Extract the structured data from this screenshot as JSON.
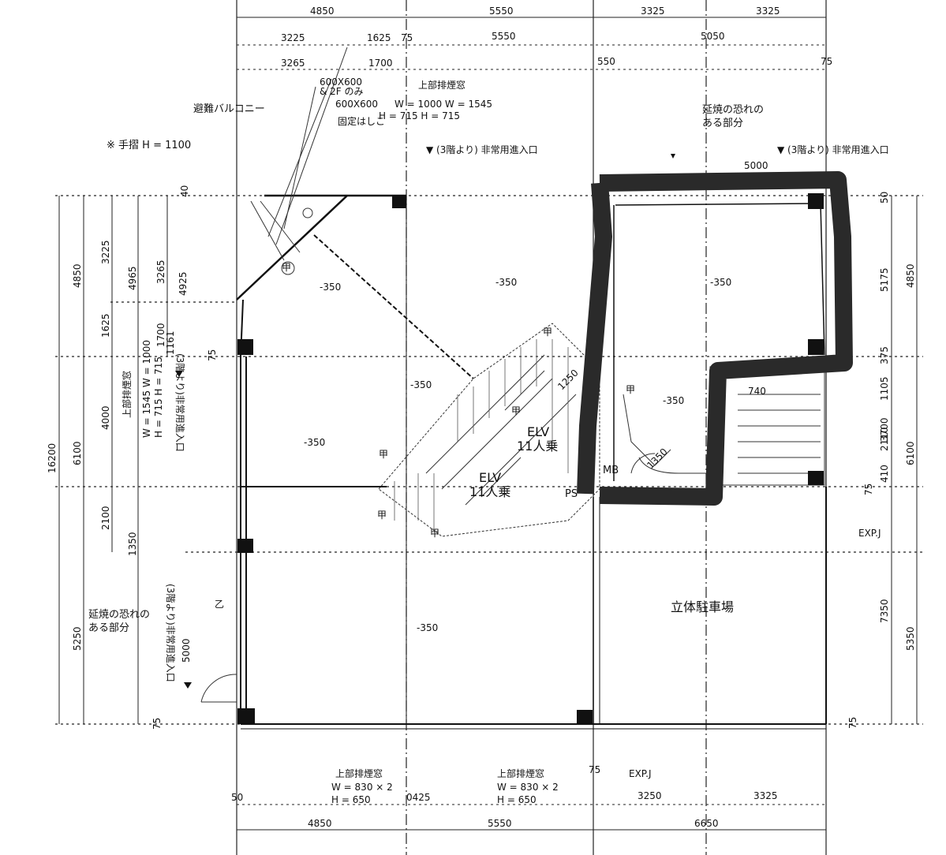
{
  "top_dims_row1": [
    "4850",
    "5550",
    "3325",
    "3325"
  ],
  "top_dims_row2": [
    "3225",
    "1625",
    "75",
    "5550",
    "5050"
  ],
  "top_dims_row3": [
    "3265",
    "1700",
    "550",
    "75"
  ],
  "bottom_dims_row1": [
    "50",
    "0425",
    "75",
    "3250",
    "3325"
  ],
  "bottom_dims_row2": [
    "4850",
    "5550",
    "6650"
  ],
  "left_dims_outer": [
    "16200",
    "4850",
    "6100",
    "5250"
  ],
  "left_dims_mid": [
    "3225",
    "1625",
    "4000",
    "2100"
  ],
  "left_dims_inner": [
    "4965",
    "1350"
  ],
  "left_small": [
    "40",
    "75",
    "75"
  ],
  "right_dims_inner": [
    "50",
    "5175",
    "375",
    "1105",
    "2110",
    "410",
    "75",
    "7350",
    "75"
  ],
  "right_dims_outer": [
    "4850",
    "3700",
    "6100",
    "5350"
  ],
  "labels": {
    "handrail": "※ 手摺 H = 1100",
    "evacuation_balcony": "避難バルコニー",
    "window_top": "600X600",
    "window_top_note": "& 2F のみ",
    "window_top2": "600X600",
    "fixed_note": "固定はしこ",
    "upper_smoke_top": "上部排煙窓",
    "upper_smoke_top_w": "W = 1000  W = 1545",
    "upper_smoke_top_h": "H =  715  H =  715",
    "spread_risk_top": "延焼の恐れの",
    "spread_risk_top2": "ある部分",
    "emergency_entry_top_mid": "▼ (3階より) 非常用進入口",
    "emergency_entry_top_right": "▼ (3階より) 非常用進入口",
    "dim_5000_top": "5000",
    "emergency_entry_left_upper": "(3階より)非常用進入口",
    "emergency_entry_left_upper_dim": "4925",
    "emergency_entry_left_upper_small": "3265",
    "upper_smoke_left": "上部排煙窓",
    "upper_smoke_left_w": "W = 1545  W = 1000",
    "upper_smoke_left_h": "H =  715  H =  715",
    "left_1700": "1700",
    "left_1161": "1161",
    "spread_risk_left": "延焼の恐れの",
    "spread_risk_left2": "ある部分",
    "emergency_entry_left_lower": "(3階より)非常用進入口",
    "left_5000": "5000",
    "elv1": "ELV",
    "elv1_cap": "11人乗",
    "elv2": "ELV",
    "elv2_cap": "11人乗",
    "mb": "MB",
    "ps": "PS",
    "kou": "甲",
    "otsu": "乙",
    "dim_740": "740",
    "dim_1250": "1250",
    "dim_1350": "1350",
    "parking": "立体駐車場",
    "expj_right": "EXP.J",
    "expj_bottom": "EXP.J",
    "upper_smoke_bottom1": "上部排煙窓",
    "upper_smoke_bottom1_w": "W =  830 × 2",
    "upper_smoke_bottom1_h": "H = 650",
    "upper_smoke_bottom2": "上部排煙窓",
    "upper_smoke_bottom2_w": "W =  830 × 2",
    "upper_smoke_bottom2_h": "H = 650",
    "level_a": "-350",
    "level_b": "-350",
    "level_c": "-350",
    "level_d": "-350",
    "level_e": "-350",
    "level_f": "-350",
    "level_g": "-350"
  }
}
